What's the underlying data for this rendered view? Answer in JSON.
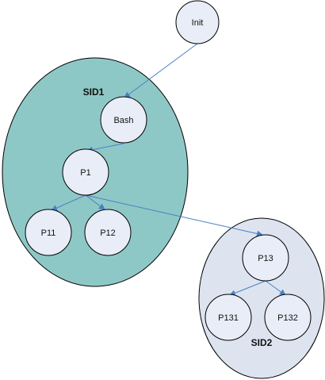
{
  "colors": {
    "sid1_fill": "#8ec8c6",
    "sid2_fill": "#dde4f0",
    "node_fill": "#e9edf7",
    "stroke": "#000000",
    "edge": "#4a7fc4"
  },
  "sessions": {
    "sid1": {
      "label": "SID1"
    },
    "sid2": {
      "label": "SID2"
    }
  },
  "nodes": {
    "init": {
      "label": "Init"
    },
    "bash": {
      "label": "Bash"
    },
    "p1": {
      "label": "P1"
    },
    "p11": {
      "label": "P11"
    },
    "p12": {
      "label": "P12"
    },
    "p13": {
      "label": "P13"
    },
    "p131": {
      "label": "P131"
    },
    "p132": {
      "label": "P132"
    }
  },
  "edges": [
    {
      "from": "init",
      "to": "bash"
    },
    {
      "from": "bash",
      "to": "p1"
    },
    {
      "from": "p1",
      "to": "p11"
    },
    {
      "from": "p1",
      "to": "p12"
    },
    {
      "from": "p1",
      "to": "p13"
    },
    {
      "from": "p13",
      "to": "p131"
    },
    {
      "from": "p13",
      "to": "p132"
    }
  ]
}
